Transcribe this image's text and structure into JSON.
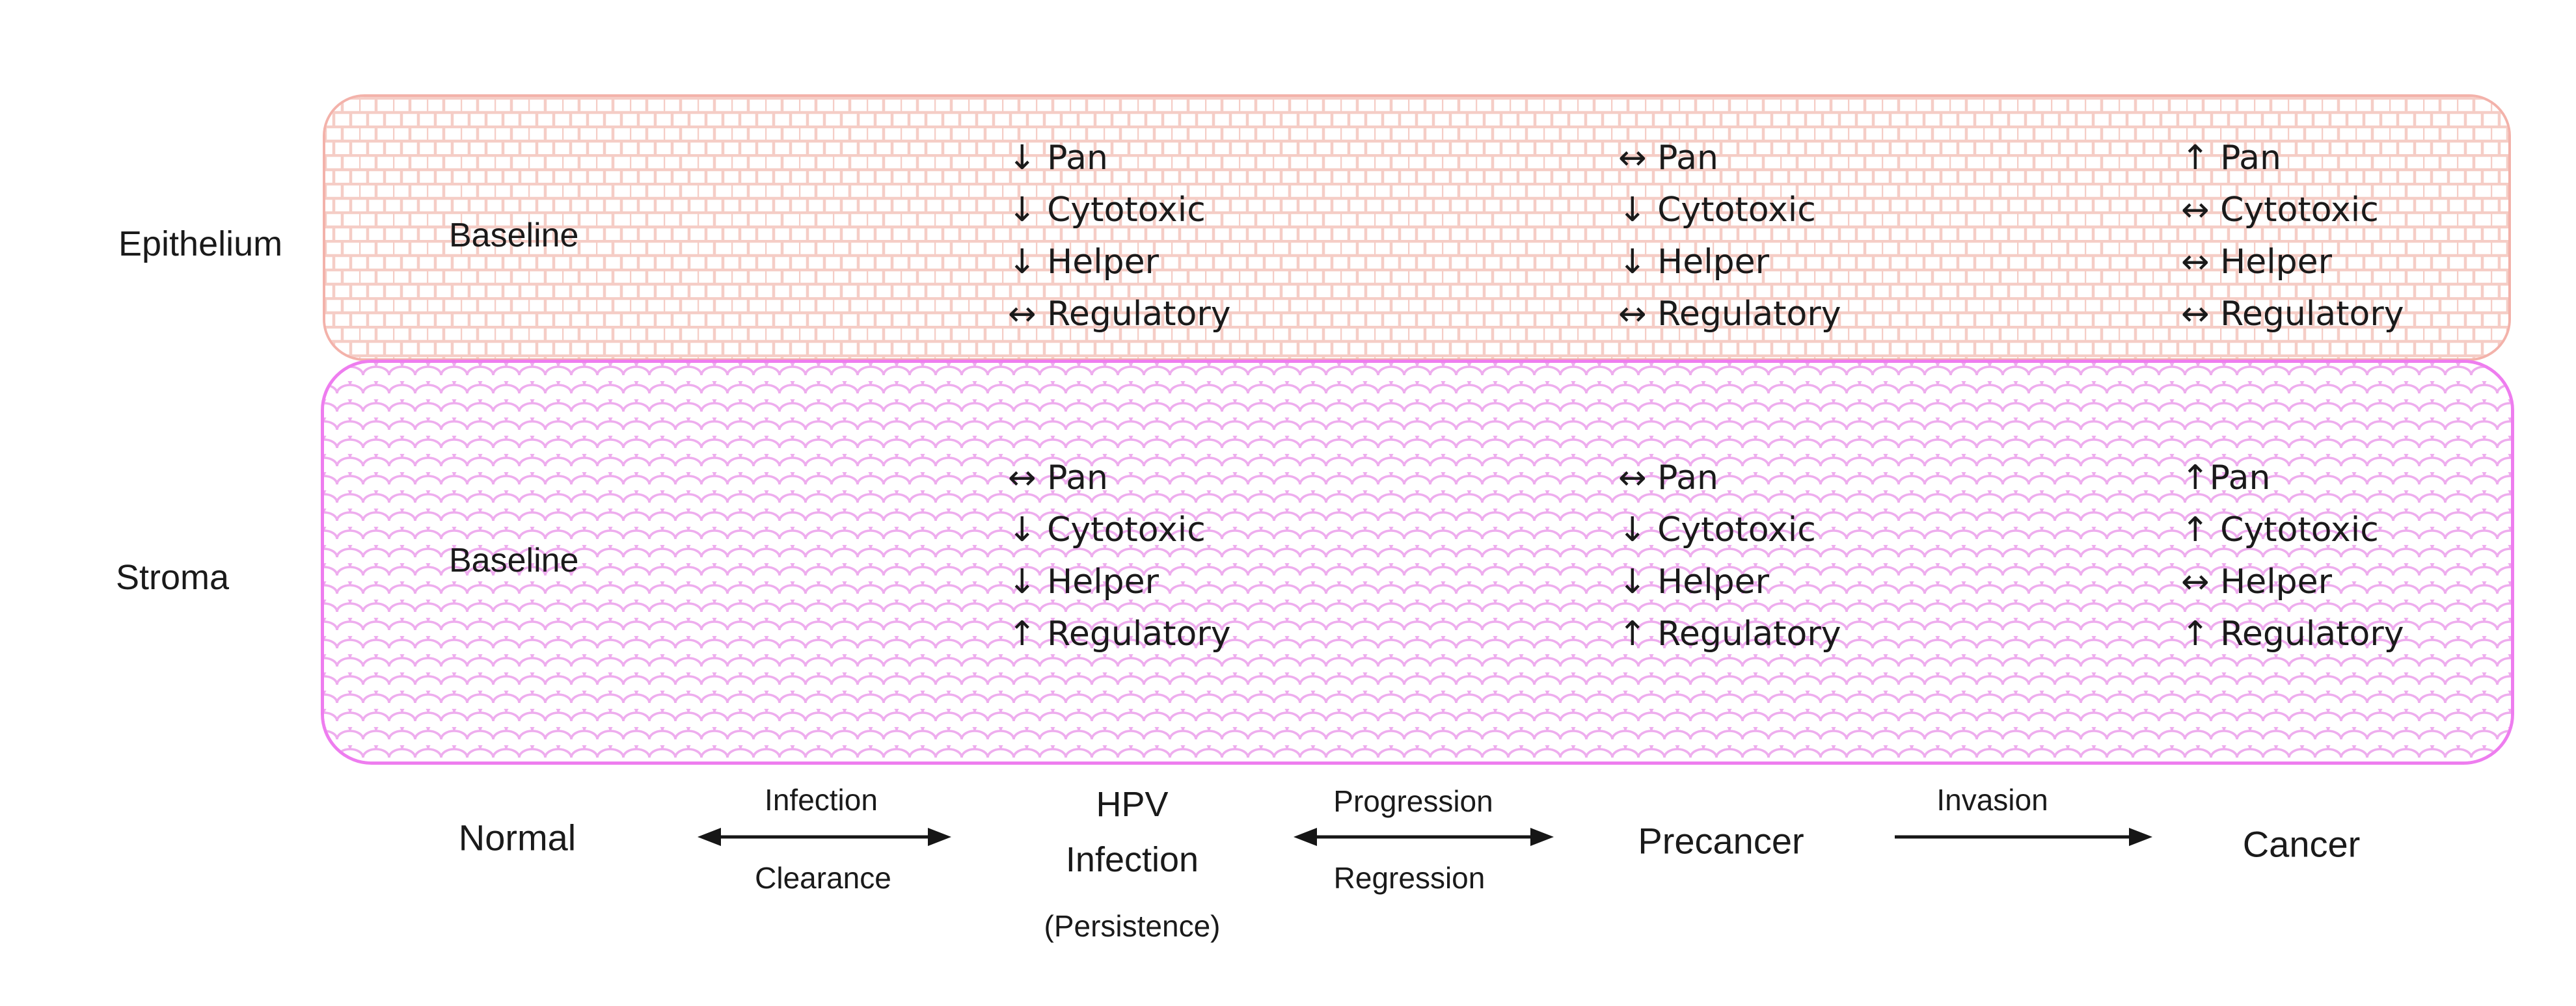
{
  "rows": [
    {
      "label": "Epithelium",
      "baseline_label": "Baseline",
      "columns": [
        {
          "stage": "HPV Infection",
          "lines": [
            "↓ Pan",
            "↓ Cytotoxic",
            "↓ Helper",
            "↔ Regulatory"
          ]
        },
        {
          "stage": "Precancer",
          "lines": [
            "↔ Pan",
            "↓ Cytotoxic",
            "↓ Helper",
            "↔ Regulatory"
          ]
        },
        {
          "stage": "Cancer",
          "lines": [
            "↑ Pan",
            "↔ Cytotoxic",
            "↔ Helper",
            "↔ Regulatory"
          ]
        }
      ]
    },
    {
      "label": "Stroma",
      "baseline_label": "Baseline",
      "columns": [
        {
          "stage": "HPV Infection",
          "lines": [
            "↔ Pan",
            "↓ Cytotoxic",
            "↓ Helper",
            "↑ Regulatory"
          ]
        },
        {
          "stage": "Precancer",
          "lines": [
            "↔ Pan",
            "↓ Cytotoxic",
            "↓ Helper",
            "↑ Regulatory"
          ]
        },
        {
          "stage": "Cancer",
          "lines": [
            "↑Pan",
            "↑ Cytotoxic",
            "↔ Helper",
            "↑ Regulatory"
          ]
        }
      ]
    }
  ],
  "axis": {
    "stage_normal": "Normal",
    "stage_hpv_line1": "HPV",
    "stage_hpv_line2": "Infection",
    "stage_hpv_note": "(Persistence)",
    "stage_precancer": "Precancer",
    "stage_cancer": "Cancer",
    "transition_1_above": "Infection",
    "transition_1_below": "Clearance",
    "transition_2_above": "Progression",
    "transition_2_below": "Regression",
    "transition_3_above": "Invasion"
  },
  "colors": {
    "epithelium_border": "#f3b2aa",
    "epithelium_pattern": "#f4c4bc",
    "stroma_border": "#ee7def",
    "stroma_pattern": "#eda4ed",
    "text": "#1a1a1a",
    "arrow": "#161616"
  }
}
